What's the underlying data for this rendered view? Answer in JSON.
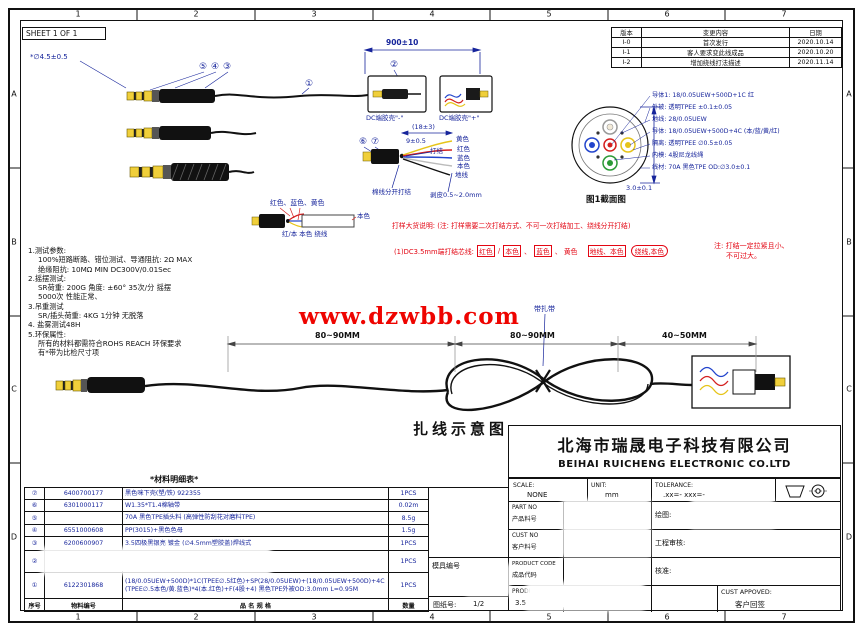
{
  "page": {
    "sheet_label": "SHEET 1 OF 1",
    "watermark": "www.dzwbb.com",
    "grid_cols": [
      "1",
      "2",
      "3",
      "4",
      "5",
      "6",
      "7"
    ],
    "grid_rows": [
      "A",
      "B",
      "C",
      "D"
    ]
  },
  "colors": {
    "annotation_blue": "#16249b",
    "note_red": "#e30613",
    "wire_yellow": "#e6c419",
    "wire_red": "#d42020",
    "wire_blue": "#2244cc",
    "plug_tip_gold": "#f0cf3a"
  },
  "revisions": {
    "headers": {
      "ver": "版本",
      "content": "变更内容",
      "date": "日期"
    },
    "rows": [
      {
        "ver": "I-0",
        "content": "首次发行",
        "date": "2020.10.14"
      },
      {
        "ver": "I-1",
        "content": "客人要求变此线成品",
        "date": "2020.10.20"
      },
      {
        "ver": "I-2",
        "content": "增加绕线打法描述",
        "date": "2020.11.14"
      }
    ]
  },
  "dims": {
    "tip_dia": "*∅4.5±0.5",
    "overall": "900±10",
    "dc_minus": "DC端胶壳\"-\"",
    "dc_plus": "DC端胶壳\"+\"",
    "seg1": "80~90MM",
    "seg2": "80~90MM",
    "seg3": "40~50MM"
  },
  "callouts": [
    "⑤",
    "④",
    "③",
    "①",
    "②",
    "⑥",
    "⑦"
  ],
  "fan_detail": {
    "yellow": "黄色",
    "red": "红色",
    "blue": "蓝色",
    "natural": "本色",
    "ground": "地线",
    "knot": "打结",
    "dim18": "(18±3)",
    "dim9": "9±0.5",
    "strip": "剥皮0.5~2.0mm",
    "cotton": "棉线分开打结"
  },
  "mid_detail": {
    "top": "红色、蓝色、黄色",
    "right": "本色",
    "bottom": "红/本  本色  绕线"
  },
  "cross_section": {
    "title": "图1截面图",
    "dim": "3.0±0.1",
    "labels": [
      "导体1: 18/0.05UEW+500D+1C 红",
      "外被: 透明TPEE ±0.1±0.05",
      "地线: 28/0.05UEW",
      "导体: 18/0.05UEW+500D+4C (本/蓝/黄/红)",
      "隔离: 透明TPEE ∅0.5±0.05",
      "内模: 4股尼龙线绳",
      "线材: 70A 黑色TPE OD:∅3.0±0.1"
    ]
  },
  "test_notes": [
    "1.测试参数:",
    "100%短路断路、错位测试、导通阻抗: 2Ω MAX",
    "绝缘阻抗: 10MΩ MIN   DC300V/0.01Sec",
    "2.摇摆测试:",
    "SR荷重: 200G 角度: ±60° 35次/分 摇摆",
    "5000次 性能正常、",
    "3.吊重测试",
    "SR/插头荷重: 4KG  1分钟  无脱落",
    "4. 盐雾测试48H",
    "5.环保属性:",
    "所有的材料都需符合ROHS REACH 环保要求",
    "有*带为比检尺寸项"
  ],
  "red_notes": {
    "line1": "打样大货说明: (注: 打样需要二次打结方式、不可一次打结加工、绕线分开打结)",
    "knot_line": [
      "(1)DC3.5mm端打结芯线:",
      "红色",
      "/",
      "本色",
      "、",
      "蓝色",
      "、",
      "黄色",
      "地线、本色",
      "绕线,本色"
    ],
    "right1": "注: 打结一定拉紧且小、",
    "right2": "不可过大。"
  },
  "fig8": {
    "tie": "带扎带",
    "title": "扎线示意图"
  },
  "company": {
    "cn": "北海市瑞晟电子科技有限公司",
    "en": "BEIHAI RUICHENG ELECTRONIC CO.LTD"
  },
  "title_block": {
    "scale_label": "SCALE:",
    "scale": "NONE",
    "unit_label": "UNIT:",
    "unit": "mm",
    "tol_label": "TOLERANCE:",
    "tol": ".xx=-  xxx=-",
    "part_no_en": "PART  NO",
    "part_no_cn": "产品料号",
    "cust_no_en": "CUST  NO",
    "cust_no_cn": "客户料号",
    "prod_code_en": "PRODUCT CODE",
    "prod_code_cn": "成品代码",
    "prod_partial": "PRODU",
    "bottom_partial": "3.5",
    "draw": "绘图:",
    "review": "工程审核:",
    "approve": "核准:",
    "cust_approved": "CUST APPOVED:",
    "cust_sign": "客户回签",
    "mold": "模具编号",
    "sheet_no_label": "图纸号:",
    "sheet_no": "1/2"
  },
  "bom": {
    "title": "*材料明细表*",
    "headers": {
      "no": "序号",
      "part": "物料编号",
      "name": "品 名 规 格",
      "qty": "数量"
    },
    "rows": [
      {
        "no": "⑦",
        "part": "6400700177",
        "name": "黑色咪下壳(塑/铁) 922355",
        "qty": "1PCS"
      },
      {
        "no": "⑥",
        "part": "6301000117",
        "name": "W1.35*T1.4棉轴带",
        "qty": "0.02m"
      },
      {
        "no": "⑤",
        "part": "",
        "name": "70A 黑色TPE插头料 (高弹性防刮花对磨料TPE)",
        "qty": "8.5g"
      },
      {
        "no": "④",
        "part": "6551000608",
        "name": "PP(3015)+黑色色母",
        "qty": "1.5g"
      },
      {
        "no": "③",
        "part": "6200600907",
        "name": "3.5四极黑银亮 镀金 (∅4.5mm塑胶盖)焊线式",
        "qty": "1PCS"
      },
      {
        "no": "②",
        "part": "",
        "name": "",
        "qty": "1PCS"
      },
      {
        "no": "①",
        "part": "6122301868",
        "name": "(18/0.05UEW+500D)*1C(TPEE∅.5红色)+SP(28/0.05UEW)+(18/0.05UEW+500D)+4C(TPEE∅.5本色/黄.蓝色)*4(本.红色)+F(4股+4) 黑色TPE外被OD:3.0mm L=0.95M",
        "qty": "1PCS"
      }
    ]
  }
}
